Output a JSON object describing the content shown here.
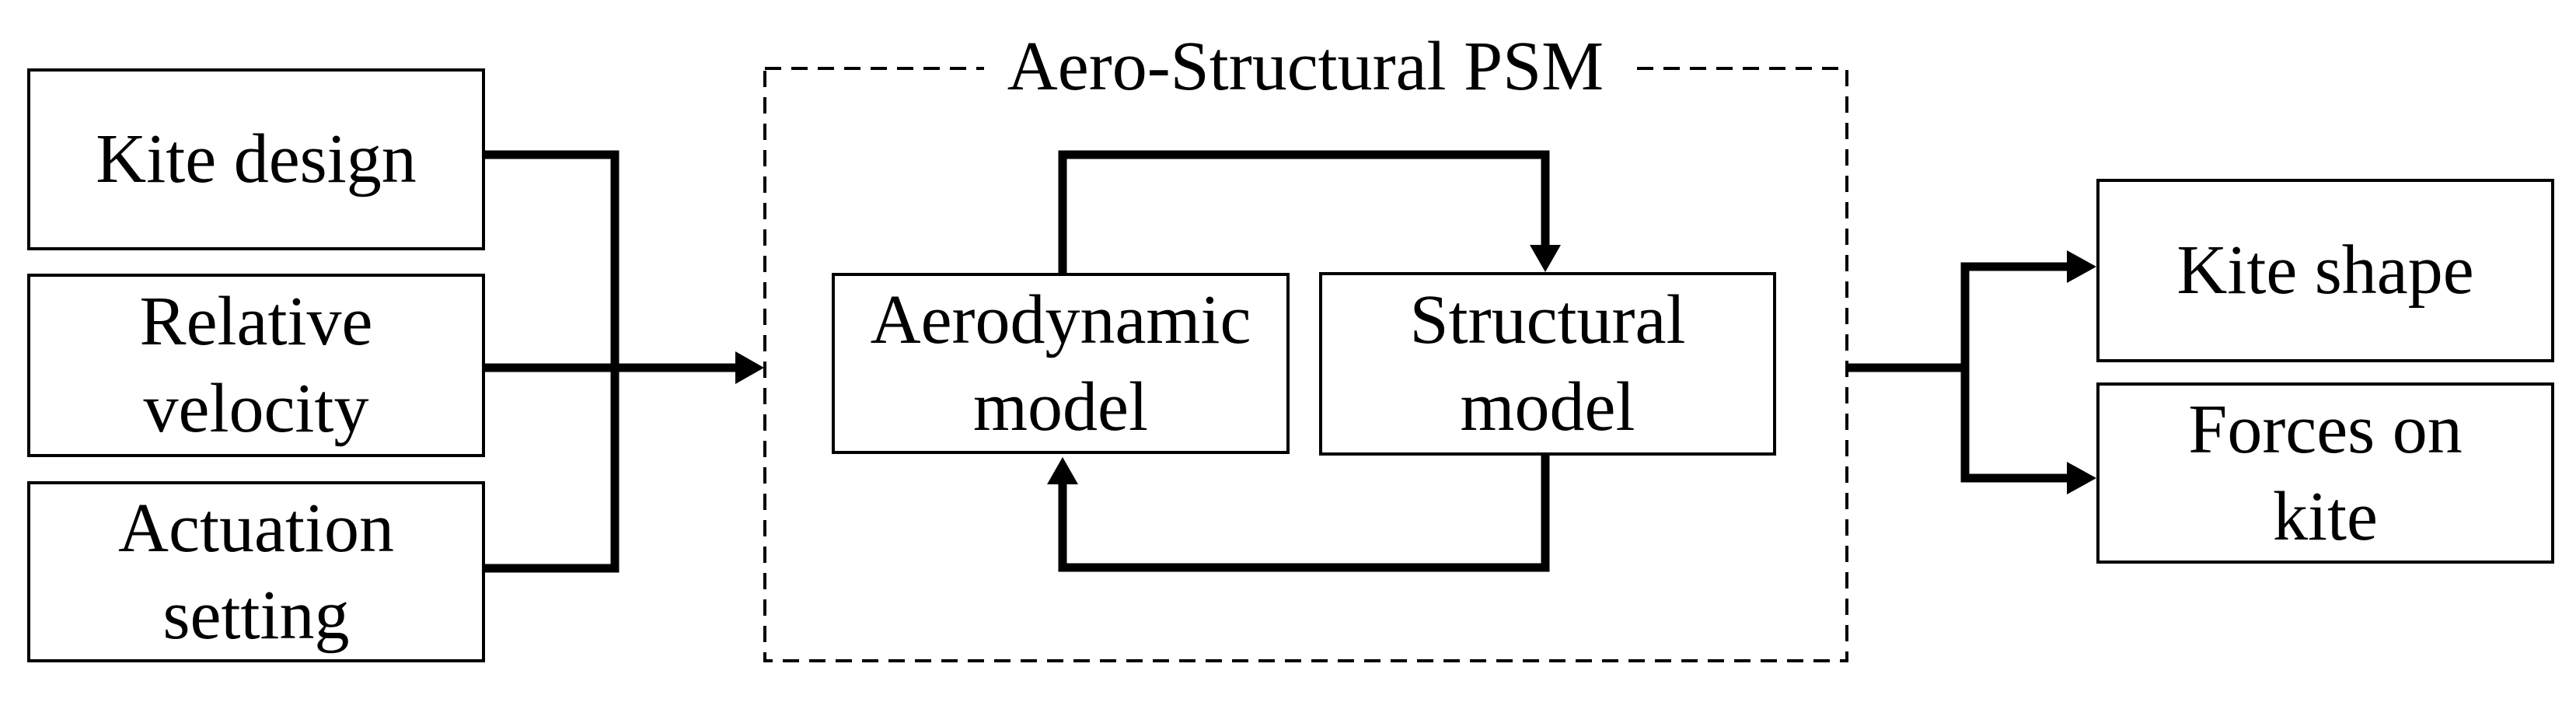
{
  "diagram": {
    "background_color": "#ffffff",
    "line_color": "#000000",
    "inputs": [
      {
        "label": "Kite design",
        "lines": [
          "Kite design"
        ]
      },
      {
        "label": "Relative velocity",
        "lines": [
          "Relative",
          "velocity"
        ]
      },
      {
        "label": "Actuation setting",
        "lines": [
          "Actuation",
          "setting"
        ]
      }
    ],
    "psm_group": {
      "title": "Aero-Structural PSM",
      "boxes": [
        {
          "label": "Aerodynamic model",
          "lines": [
            "Aerodynamic",
            "model"
          ]
        },
        {
          "label": "Structural model",
          "lines": [
            "Structural",
            "model"
          ]
        }
      ]
    },
    "outputs": [
      {
        "label": "Kite shape",
        "lines": [
          "Kite shape"
        ]
      },
      {
        "label": "Forces on kite",
        "lines": [
          "Forces on",
          "kite"
        ]
      }
    ]
  }
}
